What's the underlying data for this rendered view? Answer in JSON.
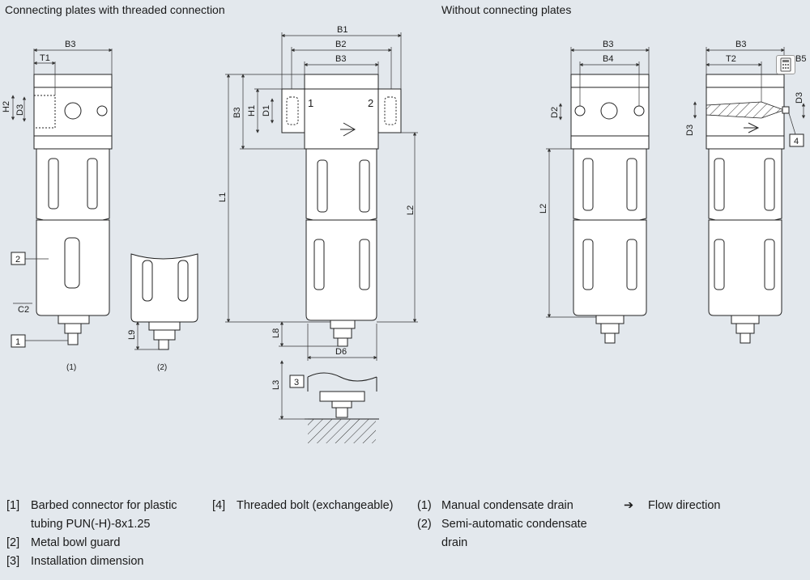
{
  "titles": {
    "left": "Connecting plates with threaded connection",
    "right": "Without connecting plates"
  },
  "dims": {
    "B1": "B1",
    "B2": "B2",
    "B3": "B3",
    "B4": "B4",
    "B5": "B5",
    "T1": "T1",
    "T2": "T2",
    "H1": "H1",
    "H2": "H2",
    "D1": "D1",
    "D2": "D2",
    "D3": "D3",
    "D6": "D6",
    "L1": "L1",
    "L2": "L2",
    "L3": "L3",
    "L8": "L8",
    "L9": "L9",
    "C2": "C2"
  },
  "markers": {
    "m1": "1",
    "m2": "2",
    "m3": "3",
    "m4": "4"
  },
  "ports": {
    "p1": "1",
    "p2": "2"
  },
  "variants": {
    "v1": "(1)",
    "v2": "(2)"
  },
  "legend": [
    {
      "key": "[1]",
      "text": "Barbed connector for plastic tubing PUN(-H)-8x1.25"
    },
    {
      "key": "[2]",
      "text": "Metal bowl guard"
    },
    {
      "key": "[3]",
      "text": "Installation dimension"
    }
  ],
  "legend2": [
    {
      "key": "[4]",
      "text": "Threaded bolt (exchangeable)"
    }
  ],
  "legend3": [
    {
      "key": "(1)",
      "text": "Manual condensate drain"
    },
    {
      "key": "(2)",
      "text": "Semi-automatic condensate drain"
    }
  ],
  "legend4": [
    {
      "key": "➔",
      "text": "Flow direction"
    }
  ]
}
